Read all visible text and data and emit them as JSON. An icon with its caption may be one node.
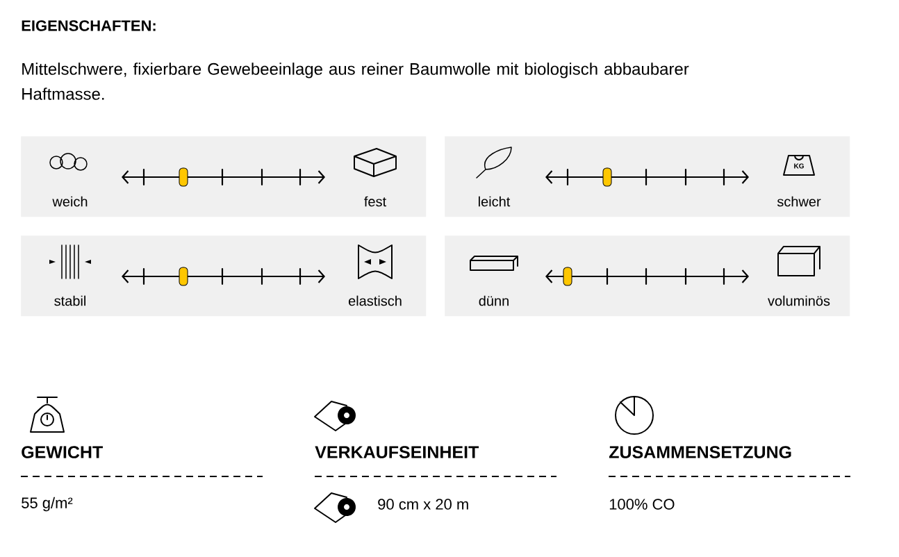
{
  "diagram": {
    "title": "EIGENSCHAFTEN:",
    "nodes": [
      {
        "text": [
          "weich",
          "fest"
        ]
      },
      {
        "text": [
          "leicht",
          "schwer"
        ]
      },
      {
        "text": [
          "stabil",
          "elastisch"
        ]
      },
      {
        "text": [
          "dünn",
          "voluminös"
        ]
      }
    ],
    "labels": [
      "Mittelschwere, fixierbare Gewebeeinlage aus reiner Baumwolle mit biologisch abbaubarer Haftmasse.",
      "GEWICHT",
      "VERKAUFSEINHEIT",
      "ZUSAMMENSETZUNG",
      "55 g/m²",
      "90 cm x 20 m",
      "100% CO",
      "KG"
    ]
  }
}
